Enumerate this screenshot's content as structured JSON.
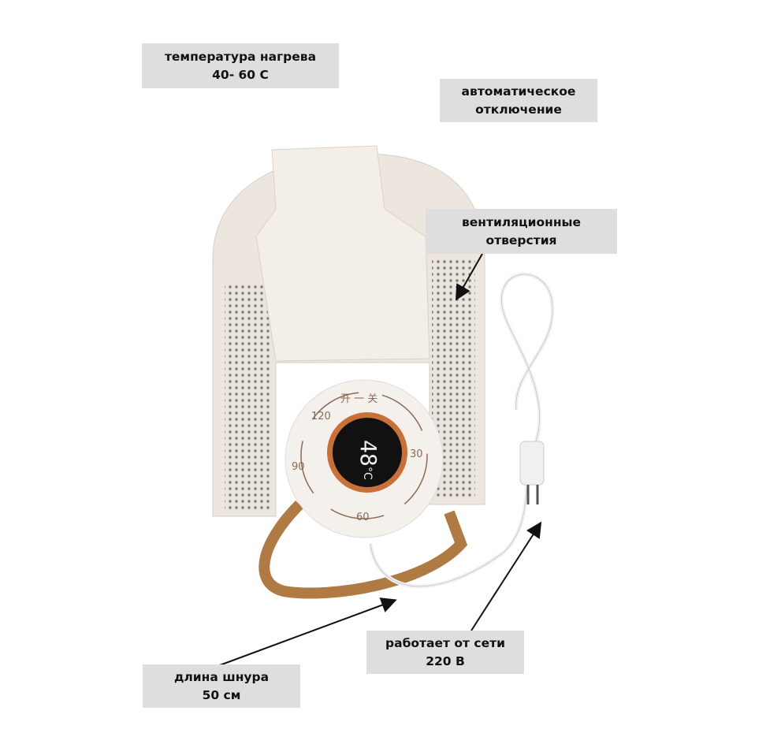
{
  "labels": {
    "temperature": {
      "line1": "температура нагрева",
      "line2": "40- 60 С"
    },
    "auto_off": {
      "line1": "автоматическое",
      "line2": "отключение"
    },
    "vents": {
      "line1": "вентиляционные",
      "line2": "отверстия"
    },
    "power": {
      "line1": "работает от сети",
      "line2": "220  В"
    },
    "cord": {
      "line1": "длина шнура",
      "line2": "50 см"
    }
  },
  "device": {
    "display_value": "48",
    "display_unit": "°C",
    "dial_marks": [
      "120",
      "90",
      "60",
      "30"
    ],
    "dial_top": "开 一 关",
    "accent_color": "#c8703a",
    "body_color": "#ece6df"
  }
}
